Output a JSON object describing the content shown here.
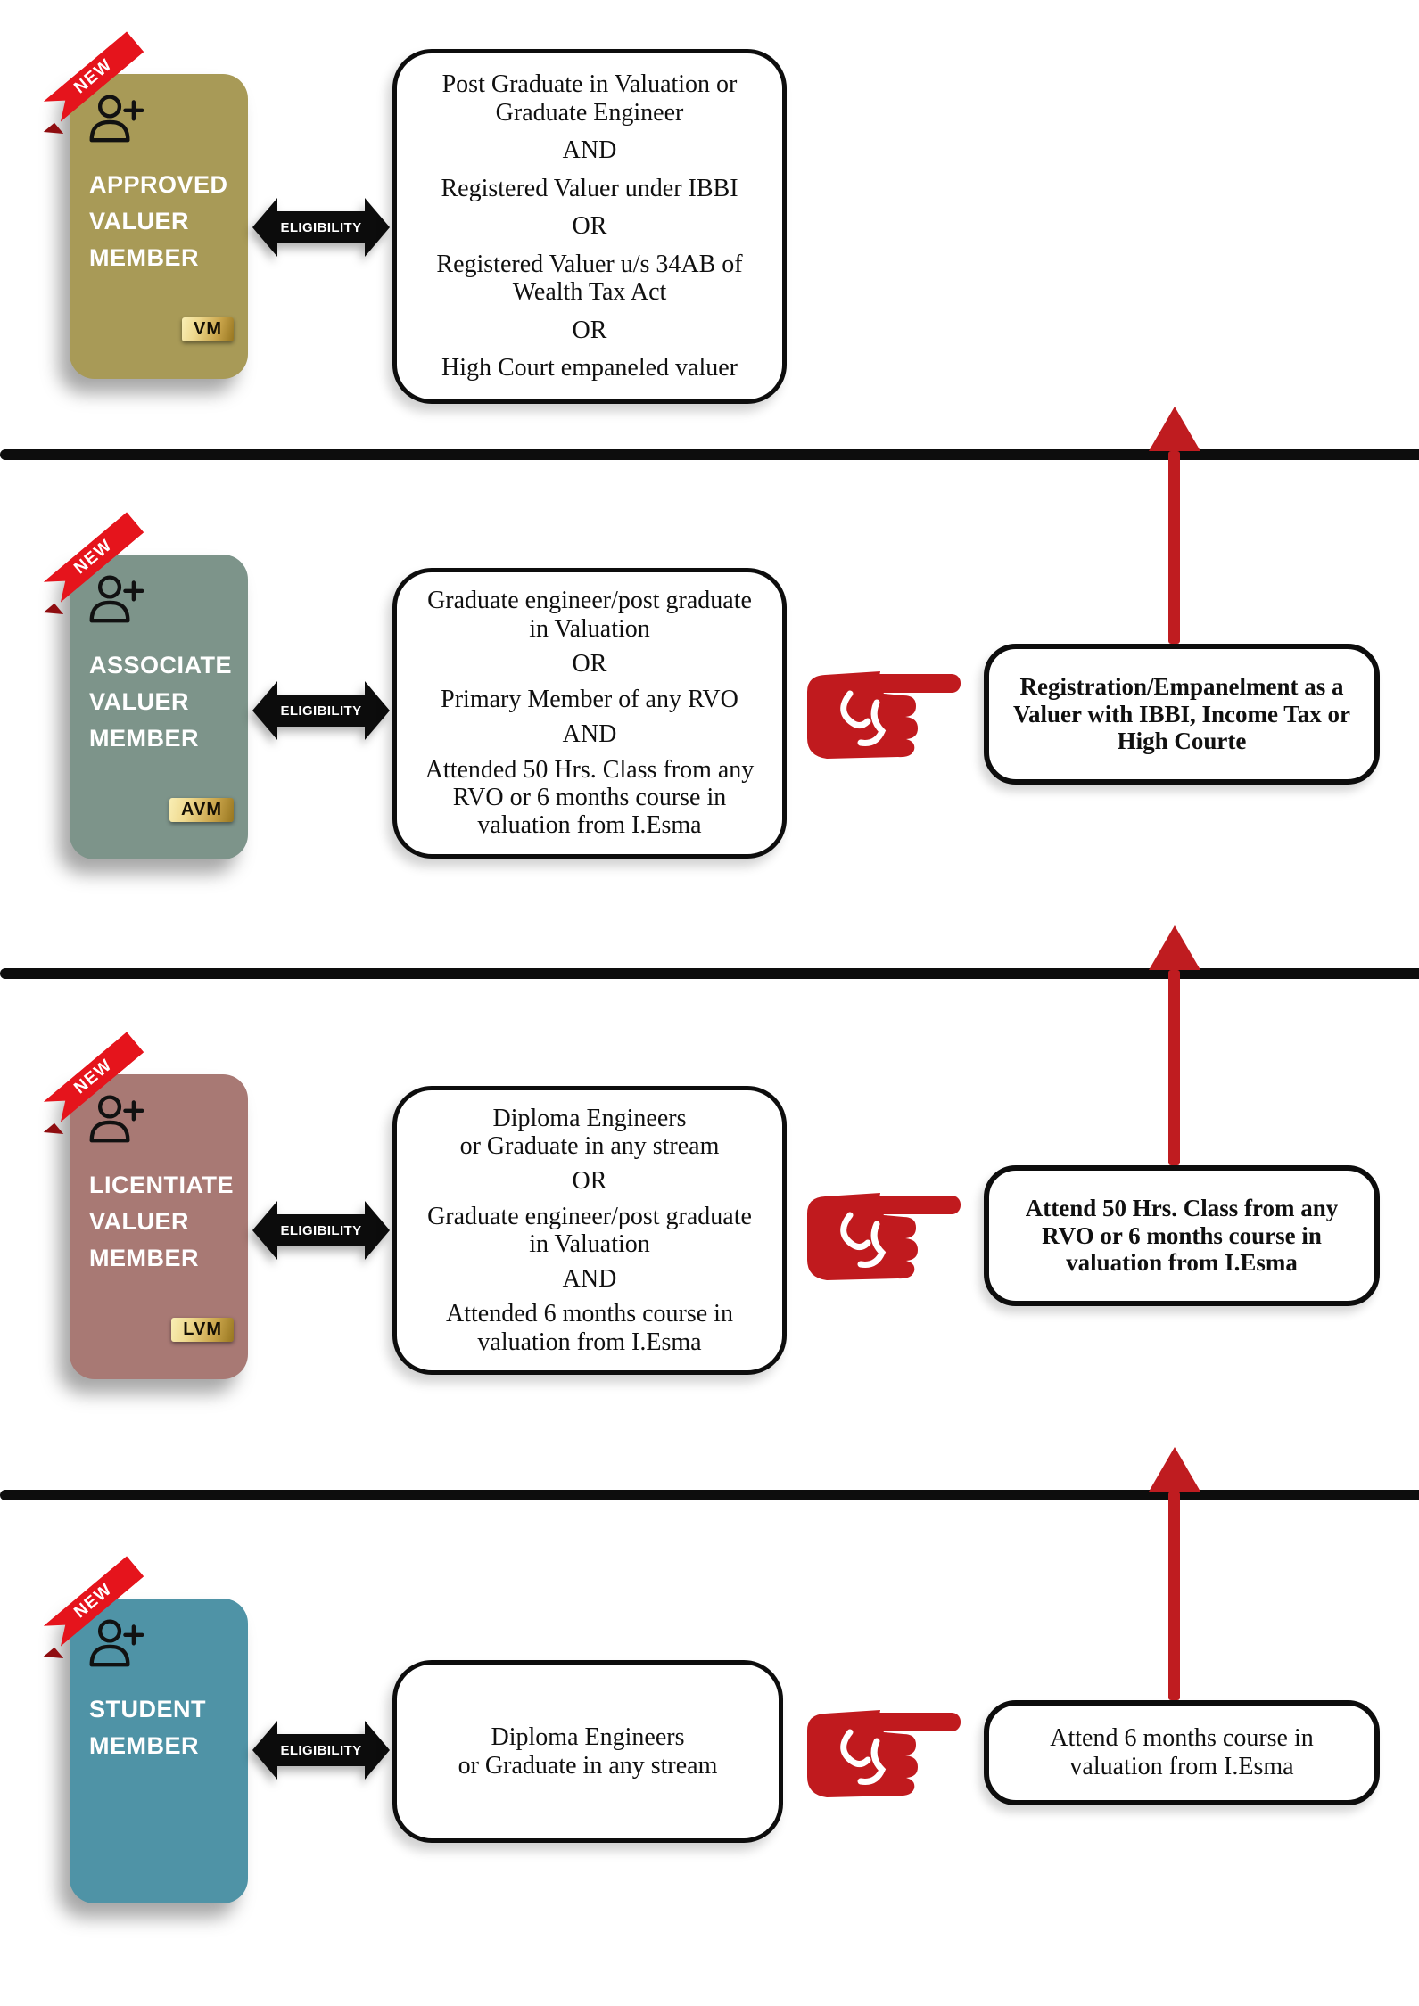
{
  "common": {
    "new_label": "NEW",
    "eligibility_label": "ELIGIBILITY"
  },
  "colors": {
    "card_approved": "#a89a57",
    "card_associate": "#7d948a",
    "card_licentiate": "#a87974",
    "card_student": "#4f93a6",
    "ribbon_red": "#e5141c",
    "arrow_red": "#bf1c20",
    "hand_red": "#c01a1e",
    "badge_gold": "#d6b562",
    "line_black": "#0d0d0d"
  },
  "rows": [
    {
      "card": {
        "line1": "APPROVED",
        "line2": "VALUER",
        "line3": "MEMBER",
        "badge": "VM"
      },
      "criteria": [
        "Post Graduate in Valuation or\nGraduate Engineer",
        "AND",
        "Registered Valuer under IBBI",
        "OR",
        "Registered Valuer u/s 34AB of\nWealth Tax Act",
        "OR",
        "High Court empaneled valuer"
      ]
    },
    {
      "card": {
        "line1": "ASSOCIATE",
        "line2": "VALUER",
        "line3": "MEMBER",
        "badge": "AVM"
      },
      "criteria": [
        "Graduate engineer/post graduate\nin Valuation",
        "OR",
        "Primary Member of any RVO",
        "AND",
        "Attended 50 Hrs. Class from any\nRVO or 6 months course in\nvaluation from I.Esma"
      ],
      "outcome": "Registration/Empanelment as a\nValuer with IBBI, Income Tax or\nHigh Courte"
    },
    {
      "card": {
        "line1": "LICENTIATE",
        "line2": "VALUER",
        "line3": "MEMBER",
        "badge": "LVM"
      },
      "criteria": [
        "Diploma Engineers\nor Graduate in any stream",
        "OR",
        "Graduate engineer/post graduate\nin Valuation",
        "AND",
        "Attended 6 months course in\nvaluation from I.Esma"
      ],
      "outcome": "Attend 50 Hrs. Class from any\nRVO or 6 months course in\nvaluation from I.Esma"
    },
    {
      "card": {
        "line1": "STUDENT",
        "line2": "MEMBER"
      },
      "criteria": [
        "Diploma Engineers\nor Graduate in any stream"
      ],
      "outcome": "Attend 6 months course in\nvaluation from I.Esma"
    }
  ]
}
